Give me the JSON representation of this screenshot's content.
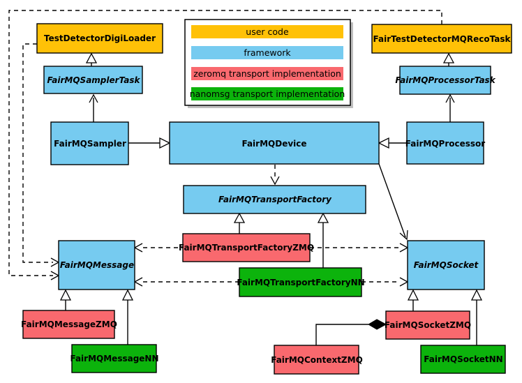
{
  "colors": {
    "user_code": "#FFC107",
    "framework": "#76CBF0",
    "zeromq": "#F9696E",
    "nanomsg": "#0CB30C",
    "border": "#000000",
    "background": "#FFFFFF",
    "legend_shadow": "#BFBFBF"
  },
  "legend": {
    "items": [
      {
        "label": "user code"
      },
      {
        "label": "framework"
      },
      {
        "label": "zeromq transport implementation"
      },
      {
        "label": "nanomsg transport implementation"
      }
    ]
  },
  "nodes": {
    "testDetectorDigiLoader": {
      "label": "TestDetectorDigiLoader",
      "category": "user_code",
      "abstract": false
    },
    "fairTestDetectorMQRecoTask": {
      "label": "FairTestDetectorMQRecoTask",
      "category": "user_code",
      "abstract": false
    },
    "fairMQSamplerTask": {
      "label": "FairMQSamplerTask",
      "category": "framework",
      "abstract": true
    },
    "fairMQProcessorTask": {
      "label": "FairMQProcessorTask",
      "category": "framework",
      "abstract": true
    },
    "fairMQSampler": {
      "label": "FairMQSampler",
      "category": "framework",
      "abstract": false
    },
    "fairMQProcessor": {
      "label": "FairMQProcessor",
      "category": "framework",
      "abstract": false
    },
    "fairMQDevice": {
      "label": "FairMQDevice",
      "category": "framework",
      "abstract": false
    },
    "fairMQTransportFactory": {
      "label": "FairMQTransportFactory",
      "category": "framework",
      "abstract": true
    },
    "fairMQTransportFactoryZMQ": {
      "label": "FairMQTransportFactoryZMQ",
      "category": "zeromq",
      "abstract": false
    },
    "fairMQTransportFactoryNN": {
      "label": "FairMQTransportFactoryNN",
      "category": "nanomsg",
      "abstract": false
    },
    "fairMQMessage": {
      "label": "FairMQMessage",
      "category": "framework",
      "abstract": true
    },
    "fairMQSocket": {
      "label": "FairMQSocket",
      "category": "framework",
      "abstract": true
    },
    "fairMQMessageZMQ": {
      "label": "FairMQMessageZMQ",
      "category": "zeromq",
      "abstract": false
    },
    "fairMQMessageNN": {
      "label": "FairMQMessageNN",
      "category": "nanomsg",
      "abstract": false
    },
    "fairMQSocketZMQ": {
      "label": "FairMQSocketZMQ",
      "category": "zeromq",
      "abstract": false
    },
    "fairMQSocketNN": {
      "label": "FairMQSocketNN",
      "category": "nanomsg",
      "abstract": false
    },
    "fairMQContextZMQ": {
      "label": "FairMQContextZMQ",
      "category": "zeromq",
      "abstract": false
    }
  },
  "edges": [
    {
      "from": "FairMQSamplerTask",
      "to": "TestDetectorDigiLoader",
      "arrow": "hollow-triangle",
      "style": "solid"
    },
    {
      "from": "FairMQSampler",
      "to": "FairMQSamplerTask",
      "arrow": "open",
      "style": "solid"
    },
    {
      "from": "FairMQSampler",
      "to": "FairMQDevice",
      "arrow": "hollow-triangle",
      "style": "solid"
    },
    {
      "from": "FairMQProcessorTask",
      "to": "FairTestDetectorMQRecoTask",
      "arrow": "hollow-triangle",
      "style": "solid"
    },
    {
      "from": "FairMQProcessor",
      "to": "FairMQProcessorTask",
      "arrow": "open",
      "style": "solid"
    },
    {
      "from": "FairMQProcessor",
      "to": "FairMQDevice",
      "arrow": "hollow-triangle",
      "style": "solid"
    },
    {
      "from": "FairMQDevice",
      "to": "FairMQTransportFactory",
      "arrow": "open",
      "style": "dashed"
    },
    {
      "from": "FairMQDevice",
      "to": "FairMQSocket",
      "arrow": "open",
      "style": "solid"
    },
    {
      "from": "FairMQTransportFactoryZMQ",
      "to": "FairMQTransportFactory",
      "arrow": "hollow-triangle",
      "style": "solid"
    },
    {
      "from": "FairMQTransportFactoryNN",
      "to": "FairMQTransportFactory",
      "arrow": "hollow-triangle",
      "style": "solid"
    },
    {
      "from": "FairMQTransportFactoryZMQ",
      "to": "FairMQMessage",
      "arrow": "open",
      "style": "dashed"
    },
    {
      "from": "FairMQTransportFactoryZMQ",
      "to": "FairMQSocket",
      "arrow": "open",
      "style": "dashed"
    },
    {
      "from": "FairMQTransportFactoryNN",
      "to": "FairMQMessage",
      "arrow": "open",
      "style": "dashed"
    },
    {
      "from": "FairMQTransportFactoryNN",
      "to": "FairMQSocket",
      "arrow": "open",
      "style": "dashed"
    },
    {
      "from": "FairMQMessageZMQ",
      "to": "FairMQMessage",
      "arrow": "hollow-triangle",
      "style": "solid"
    },
    {
      "from": "FairMQMessageNN",
      "to": "FairMQMessage",
      "arrow": "hollow-triangle",
      "style": "solid"
    },
    {
      "from": "FairMQSocketZMQ",
      "to": "FairMQSocket",
      "arrow": "hollow-triangle",
      "style": "solid"
    },
    {
      "from": "FairMQSocketNN",
      "to": "FairMQSocket",
      "arrow": "hollow-triangle",
      "style": "solid"
    },
    {
      "from": "FairMQContextZMQ",
      "to": "FairMQSocketZMQ",
      "arrow": "filled-diamond",
      "style": "solid"
    },
    {
      "from": "FairTestDetectorMQRecoTask",
      "to": "FairMQMessage",
      "arrow": "open",
      "style": "dashed"
    },
    {
      "from": "TestDetectorDigiLoader",
      "to": "FairMQMessage",
      "arrow": "open",
      "style": "dashed"
    }
  ]
}
